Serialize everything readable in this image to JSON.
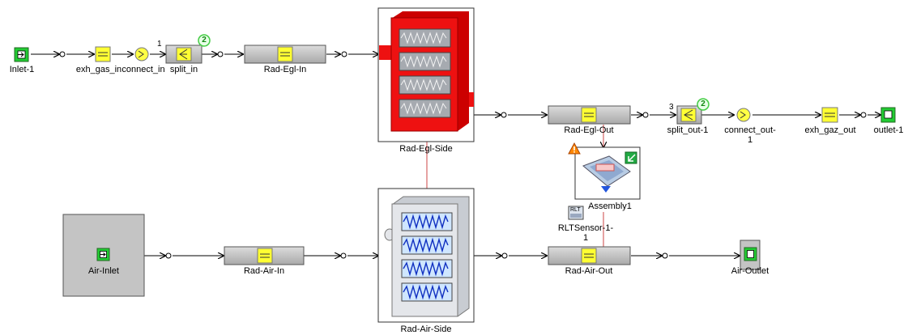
{
  "diagram": {
    "colors": {
      "port_green": "#22cc33",
      "pipe_yellow": "#ffff33",
      "block_gray": "#c8c8c8",
      "radiator_red": "#ee1111",
      "radiator_fill": "#a6aab0",
      "air_radiator": "#e4e6ea",
      "air_coil": "#1030c0",
      "link_red": "#cc4444",
      "badge_green": "#44cc44",
      "warning_orange": "#ff8800"
    },
    "nodes": {
      "inlet": "Inlet-1",
      "exh_gas_in": "exh_gas_in",
      "connect_in": "connect_in",
      "split_in": "split_in",
      "split_in_count": "2",
      "split_in_index": "1",
      "rad_egl_in": "Rad-Egl-In",
      "rad_egl_side": "Rad-Egl-Side",
      "rad_egl_out": "Rad-Egl-Out",
      "split_out": "split_out-1",
      "split_out_count": "2",
      "split_out_index": "3",
      "connect_out_line1": "connect_out-",
      "connect_out_line2": "1",
      "exh_gaz_out": "exh_gaz_out",
      "outlet": "outlet-1",
      "assembly": "Assembly1",
      "rlt_sensor_line1": "RLTSensor-1-",
      "rlt_sensor_line2": "1",
      "rlt_tag": "RLT",
      "air_inlet": "Air-Inlet",
      "rad_air_in": "Rad-Air-In",
      "rad_air_side": "Rad-Air-Side",
      "rad_air_out": "Rad-Air-Out",
      "air_outlet": "Air-Outlet"
    },
    "icons": [
      "port-in-icon",
      "pipe-icon",
      "connector-icon",
      "split-icon",
      "radiator-icon",
      "assembly-icon",
      "warning-icon",
      "sensor-icon",
      "port-out-icon"
    ]
  }
}
